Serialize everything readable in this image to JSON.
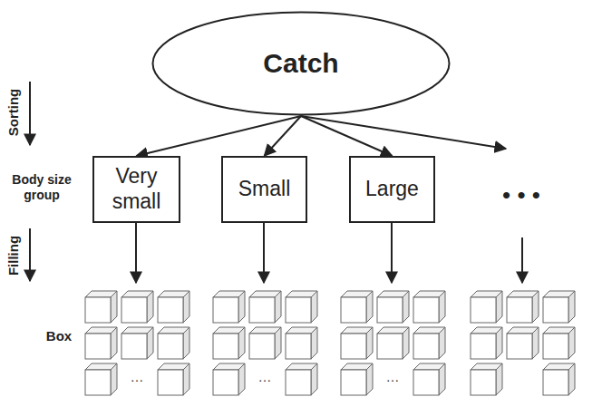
{
  "diagram": {
    "nodes": [
      {
        "text": [
          "Catch"
        ]
      },
      {
        "text": [
          "Very small"
        ]
      },
      {
        "text": [
          "Small"
        ]
      },
      {
        "text": [
          "Large"
        ]
      }
    ],
    "edges": [
      {
        "from": 0,
        "to": 1,
        "arrow": "to"
      },
      {
        "from": 0,
        "to": 2,
        "arrow": "to"
      },
      {
        "from": 0,
        "to": 3,
        "arrow": "to"
      }
    ],
    "labels": [
      "Sorting",
      "Body size group",
      "Filling",
      "Box",
      "• • •",
      "…",
      "…",
      "…"
    ]
  }
}
